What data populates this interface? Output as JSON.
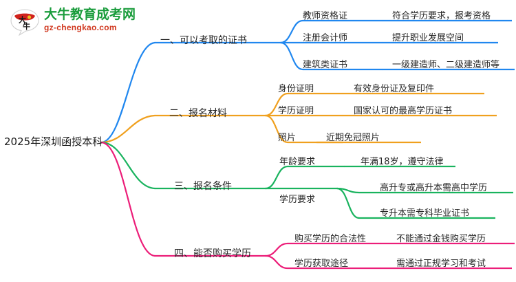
{
  "logo": {
    "mark_text": "大牛",
    "brand_name": "大牛教育成考网",
    "site_url": "gz-chengkao.com",
    "brand_color": "#1a9c3c",
    "url_color": "#d0381f",
    "mark_color": "#d0211b"
  },
  "mindmap": {
    "root": "2025年深圳函授本科",
    "colors": {
      "branch1": "#2087ef",
      "branch2": "#f0a01e",
      "branch3": "#19b35e",
      "branch4": "#ec1e79"
    },
    "branches": [
      {
        "label": "一、可以考取的证书",
        "color": "#2087ef",
        "children": [
          {
            "label": "教师资格证",
            "detail": "符合学历要求，报考资格"
          },
          {
            "label": "注册会计师",
            "detail": "提升职业发展空间"
          },
          {
            "label": "建筑类证书",
            "detail": "一级建造师、二级建造师等"
          }
        ]
      },
      {
        "label": "二、报名材料",
        "color": "#f0a01e",
        "children": [
          {
            "label": "身份证明",
            "detail": "有效身份证及复印件"
          },
          {
            "label": "学历证明",
            "detail": "国家认可的最高学历证书"
          },
          {
            "label": "照片",
            "detail": "近期免冠照片"
          }
        ]
      },
      {
        "label": "三、报名条件",
        "color": "#19b35e",
        "children": [
          {
            "label": "年龄要求",
            "detail": "年满18岁，遵守法律"
          },
          {
            "label": "学历要求",
            "details": [
              "高升专或高升本需高中学历",
              "专升本需专科毕业证书"
            ]
          }
        ]
      },
      {
        "label": "四、能否购买学历",
        "color": "#ec1e79",
        "children": [
          {
            "label": "购买学历的合法性",
            "detail": "不能通过金钱购买学历"
          },
          {
            "label": "学历获取途径",
            "detail": "需通过正规学习和考试"
          }
        ]
      }
    ]
  }
}
